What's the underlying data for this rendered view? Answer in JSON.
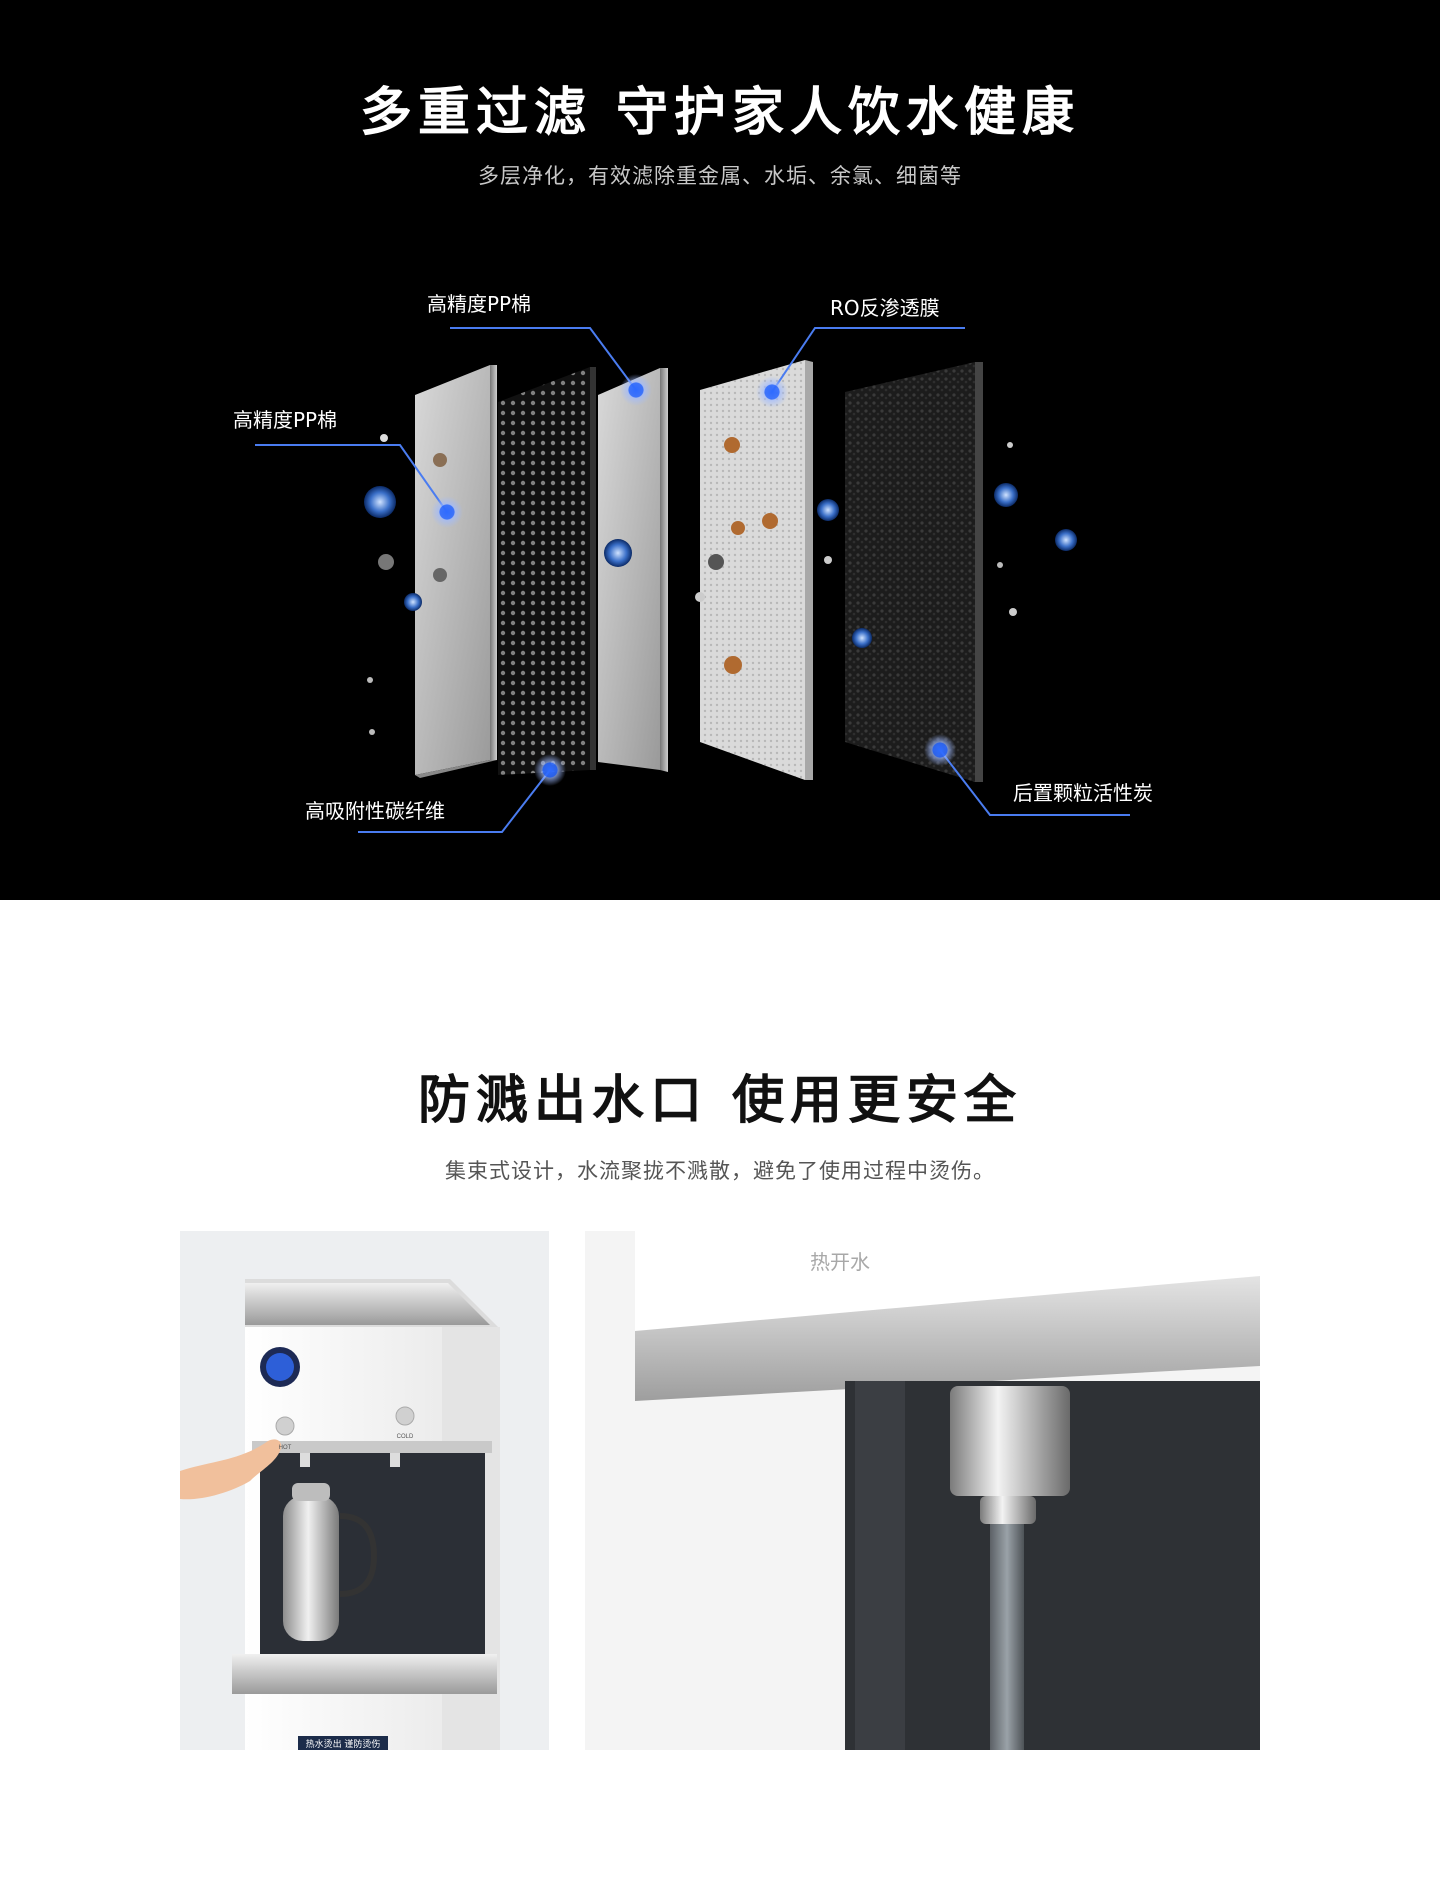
{
  "filter_section": {
    "title": "多重过滤 守护家人饮水健康",
    "subtitle": "多层净化，有效滤除重金属、水垢、余氯、细菌等",
    "labels": {
      "pp_left": "高精度PP棉",
      "pp_top": "高精度PP棉",
      "ro": "RO反渗透膜",
      "carbon_fiber": "高吸附性碳纤维",
      "activated_carbon": "后置颗粒活性炭"
    },
    "accent_color": "#4a7cf0"
  },
  "outlet_section": {
    "title": "防溅出水口  使用更安全",
    "subtitle": "集束式设计，水流聚拢不溅散，避免了使用过程中烫伤。",
    "left_photo": {
      "buttons": [
        "HOT",
        "COLD"
      ],
      "bottom_sign": "热水烫出 谨防烫伤"
    },
    "right_photo": {
      "label": "热开水"
    }
  }
}
